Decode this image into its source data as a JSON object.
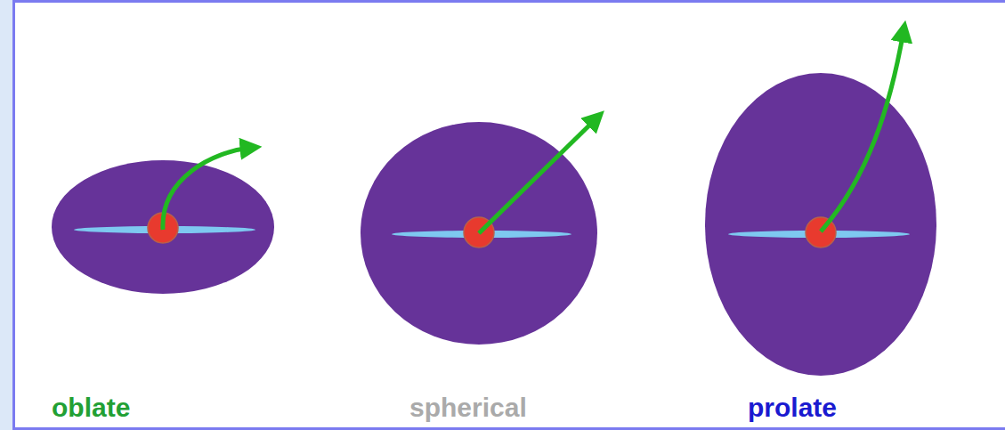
{
  "diagram": {
    "labels": [
      "oblate",
      "spherical",
      "prolate"
    ]
  }
}
